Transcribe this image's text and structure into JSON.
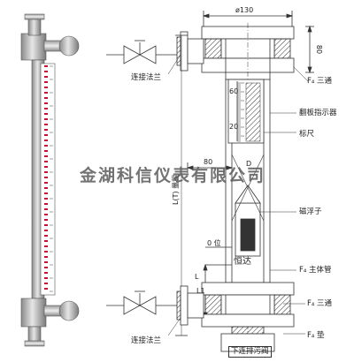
{
  "labels": {
    "connect_flange_top": "连接法兰",
    "connect_flange_bottom": "连接法兰",
    "f4_tee_top": "F₄ 三通",
    "indicator": "翻板指示器",
    "scale": "标尺",
    "float": "磁浮子",
    "zero_pos": "0 位",
    "brand": "恒达",
    "main_pipe": "F₄ 主体管",
    "f4_tee_bottom": "F₄ 三通",
    "f4_pad": "F₄ 垫",
    "drain_valve": "下连排污阀"
  },
  "dimensions": {
    "diameter": "ø130",
    "height_80": "80",
    "width_80": "80",
    "length_L": "L",
    "length_L1": "L1",
    "left_dim": "L(T) 量程",
    "D": "D"
  },
  "scale_ticks": {
    "top": "60",
    "mid": "20"
  },
  "watermark": "金湖科信仪表有限公司",
  "colors": {
    "line": "#333333",
    "indicator_red": "#c8102e",
    "indicator_white": "#ffffff",
    "metal": "#b9b9b9",
    "float_dark": "#333333"
  }
}
